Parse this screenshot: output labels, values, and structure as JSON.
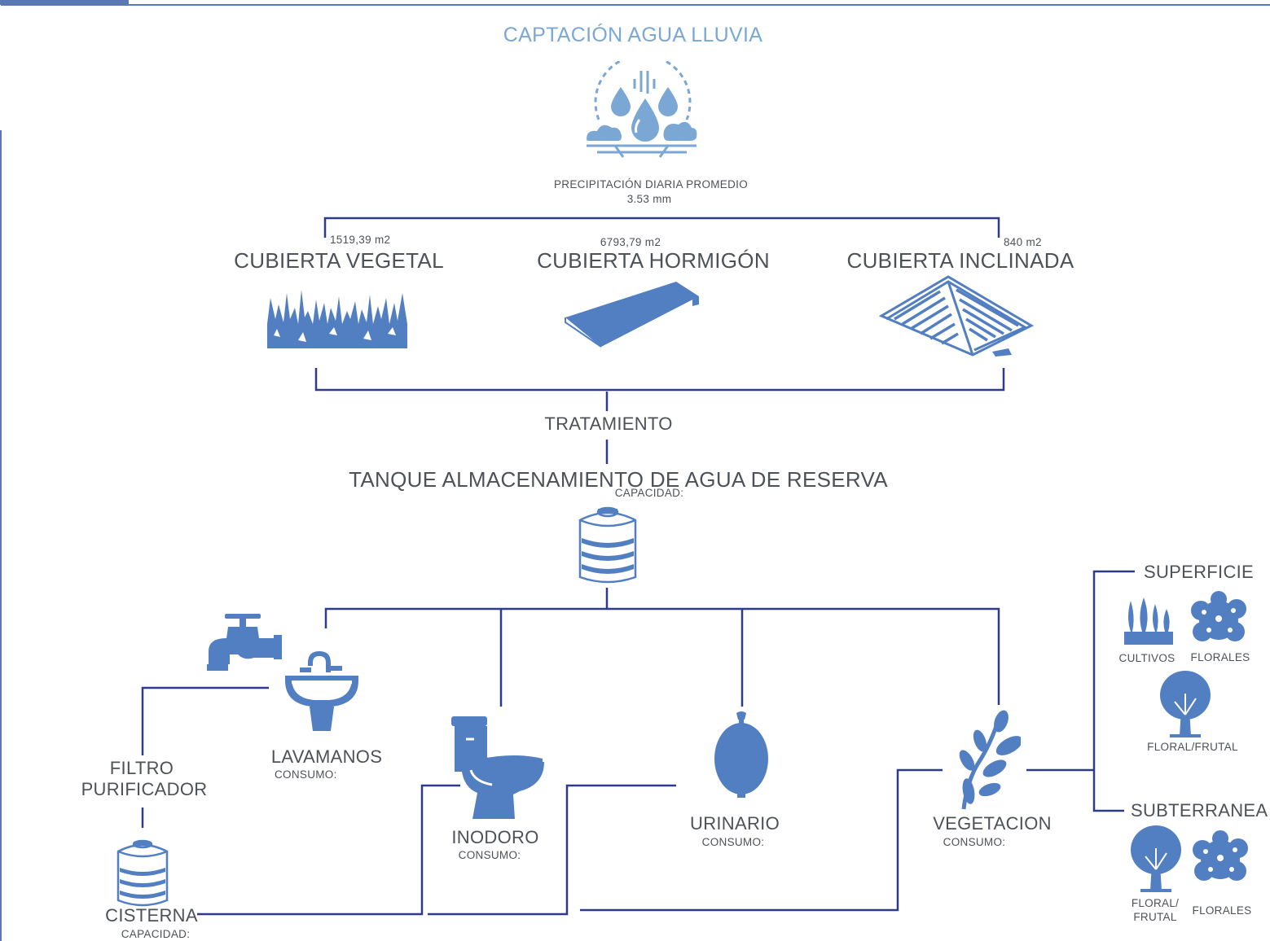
{
  "title": "CAPTACIÓN AGUA LLUVIA",
  "precipitation": {
    "label": "PRECIPITACIÓN DIARIA PROMEDIO",
    "value": "3.53 mm"
  },
  "roofs": [
    {
      "label": "CUBIERTA VEGETAL",
      "area": "1519,39 m2",
      "icon": "green-roof-grass-icon"
    },
    {
      "label": "CUBIERTA HORMIGÓN",
      "area": "6793,79 m2",
      "icon": "concrete-slab-icon"
    },
    {
      "label": "CUBIERTA INCLINADA",
      "area": "840 m2",
      "icon": "pitched-roof-icon"
    }
  ],
  "treatment": "TRATAMIENTO",
  "tank": {
    "label": "TANQUE ALMACENAMIENTO DE AGUA DE RESERVA",
    "capacity": "CAPACIDAD:",
    "icon": "water-tank-icon"
  },
  "uses": [
    {
      "label": "LAVAMANOS",
      "consumption": "CONSUMO:",
      "icon": "washbasin-icon"
    },
    {
      "label": "INODORO",
      "consumption": "CONSUMO:",
      "icon": "toilet-icon"
    },
    {
      "label": "URINARIO",
      "consumption": "CONSUMO:",
      "icon": "urinal-icon"
    },
    {
      "label": "VEGETACION",
      "consumption": "CONSUMO:",
      "icon": "plant-branch-icon"
    }
  ],
  "faucet_icon": "faucet-icon",
  "filter": {
    "line1": "FILTRO",
    "line2": "PURIFICADOR"
  },
  "cistern": {
    "label": "CISTERNA",
    "capacity": "CAPACIDAD:",
    "icon": "cistern-tank-icon"
  },
  "irrigation": {
    "superficie": {
      "label": "SUPERFICIE",
      "items": [
        {
          "label": "CULTIVOS",
          "icon": "crops-icon"
        },
        {
          "label": "FLORALES",
          "icon": "flower-bush-icon"
        },
        {
          "label": "FLORAL/FRUTAL",
          "icon": "tree-icon"
        }
      ]
    },
    "subterranea": {
      "label": "SUBTERRANEA",
      "items": [
        {
          "label_line1": "FLORAL/",
          "label_line2": "FRUTAL",
          "icon": "tree-icon"
        },
        {
          "label": "FLORALES",
          "icon": "flower-bush-icon"
        }
      ]
    }
  },
  "colors": {
    "line": "#2e3a8c",
    "icon": "#527fc2",
    "title": "#7ba7d4",
    "frame": "#5a78b4",
    "text": "#4d5258"
  }
}
